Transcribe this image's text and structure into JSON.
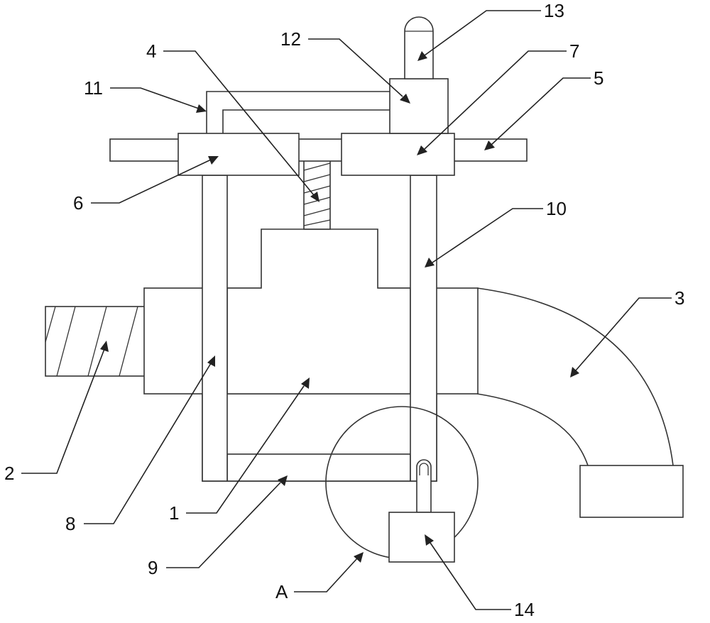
{
  "figure": {
    "labels": [
      {
        "id": "label-1",
        "text": "1"
      },
      {
        "id": "label-2",
        "text": "2"
      },
      {
        "id": "label-3",
        "text": "3"
      },
      {
        "id": "label-4",
        "text": "4"
      },
      {
        "id": "label-5",
        "text": "5"
      },
      {
        "id": "label-6",
        "text": "6"
      },
      {
        "id": "label-7",
        "text": "7"
      },
      {
        "id": "label-8",
        "text": "8"
      },
      {
        "id": "label-9",
        "text": "9"
      },
      {
        "id": "label-10",
        "text": "10"
      },
      {
        "id": "label-11",
        "text": "11"
      },
      {
        "id": "label-12",
        "text": "12"
      },
      {
        "id": "label-13",
        "text": "13"
      },
      {
        "id": "label-14",
        "text": "14"
      },
      {
        "id": "label-A",
        "text": "A"
      }
    ]
  }
}
